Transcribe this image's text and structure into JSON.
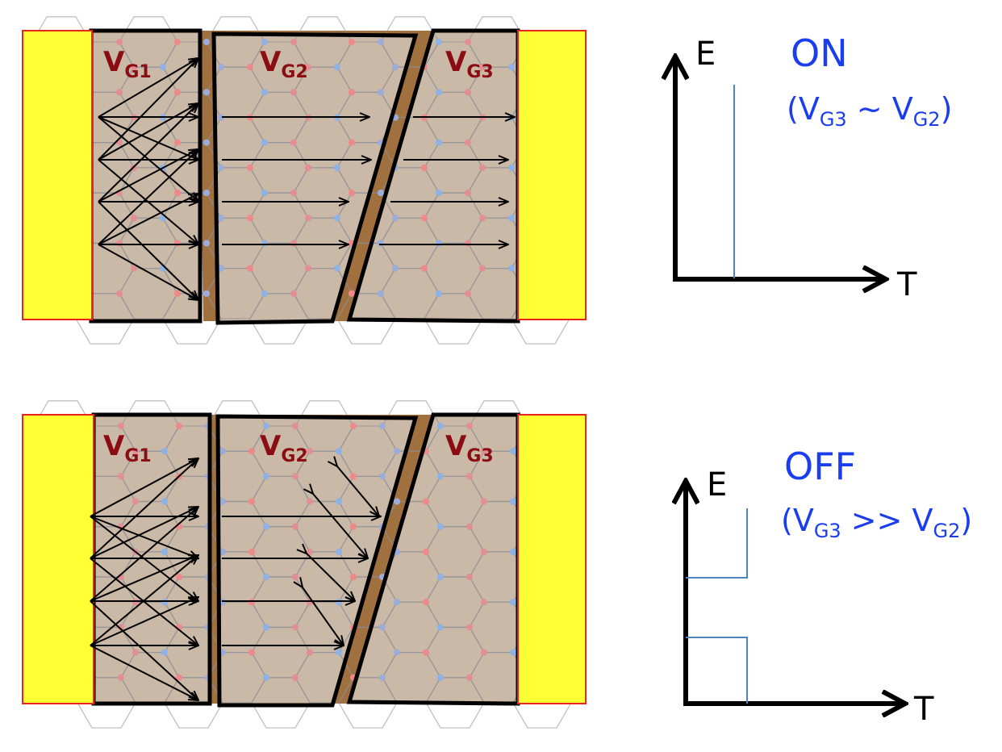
{
  "colors": {
    "contact": "#ffff33",
    "contact_border": "#e8241c",
    "channel": "#c9b9a6",
    "junction": "#a0703f",
    "lattice": "#8c8c95",
    "atom_red": "#f08a8a",
    "atom_blue": "#8fb3e6",
    "gate_label": "#8b0d13",
    "state_label": "#1a3df0",
    "plot_line": "#4f83c2"
  },
  "panels": [
    {
      "gates": [
        {
          "main": "V",
          "sub": "G1"
        },
        {
          "main": "V",
          "sub": "G2"
        },
        {
          "main": "V",
          "sub": "G3"
        }
      ],
      "axis_y": "E",
      "axis_x": "T",
      "state": "ON",
      "condition": {
        "open": "(V",
        "s1": "G3",
        "rel": " ~ V",
        "s2": "G2",
        "close": ")"
      }
    },
    {
      "gates": [
        {
          "main": "V",
          "sub": "G1"
        },
        {
          "main": "V",
          "sub": "G2"
        },
        {
          "main": "V",
          "sub": "G3"
        }
      ],
      "axis_y": "E",
      "axis_x": "T",
      "state": "OFF",
      "condition": {
        "open": "(V",
        "s1": "G3",
        "rel": " >> V",
        "s2": "G2",
        "close": ")"
      }
    }
  ]
}
